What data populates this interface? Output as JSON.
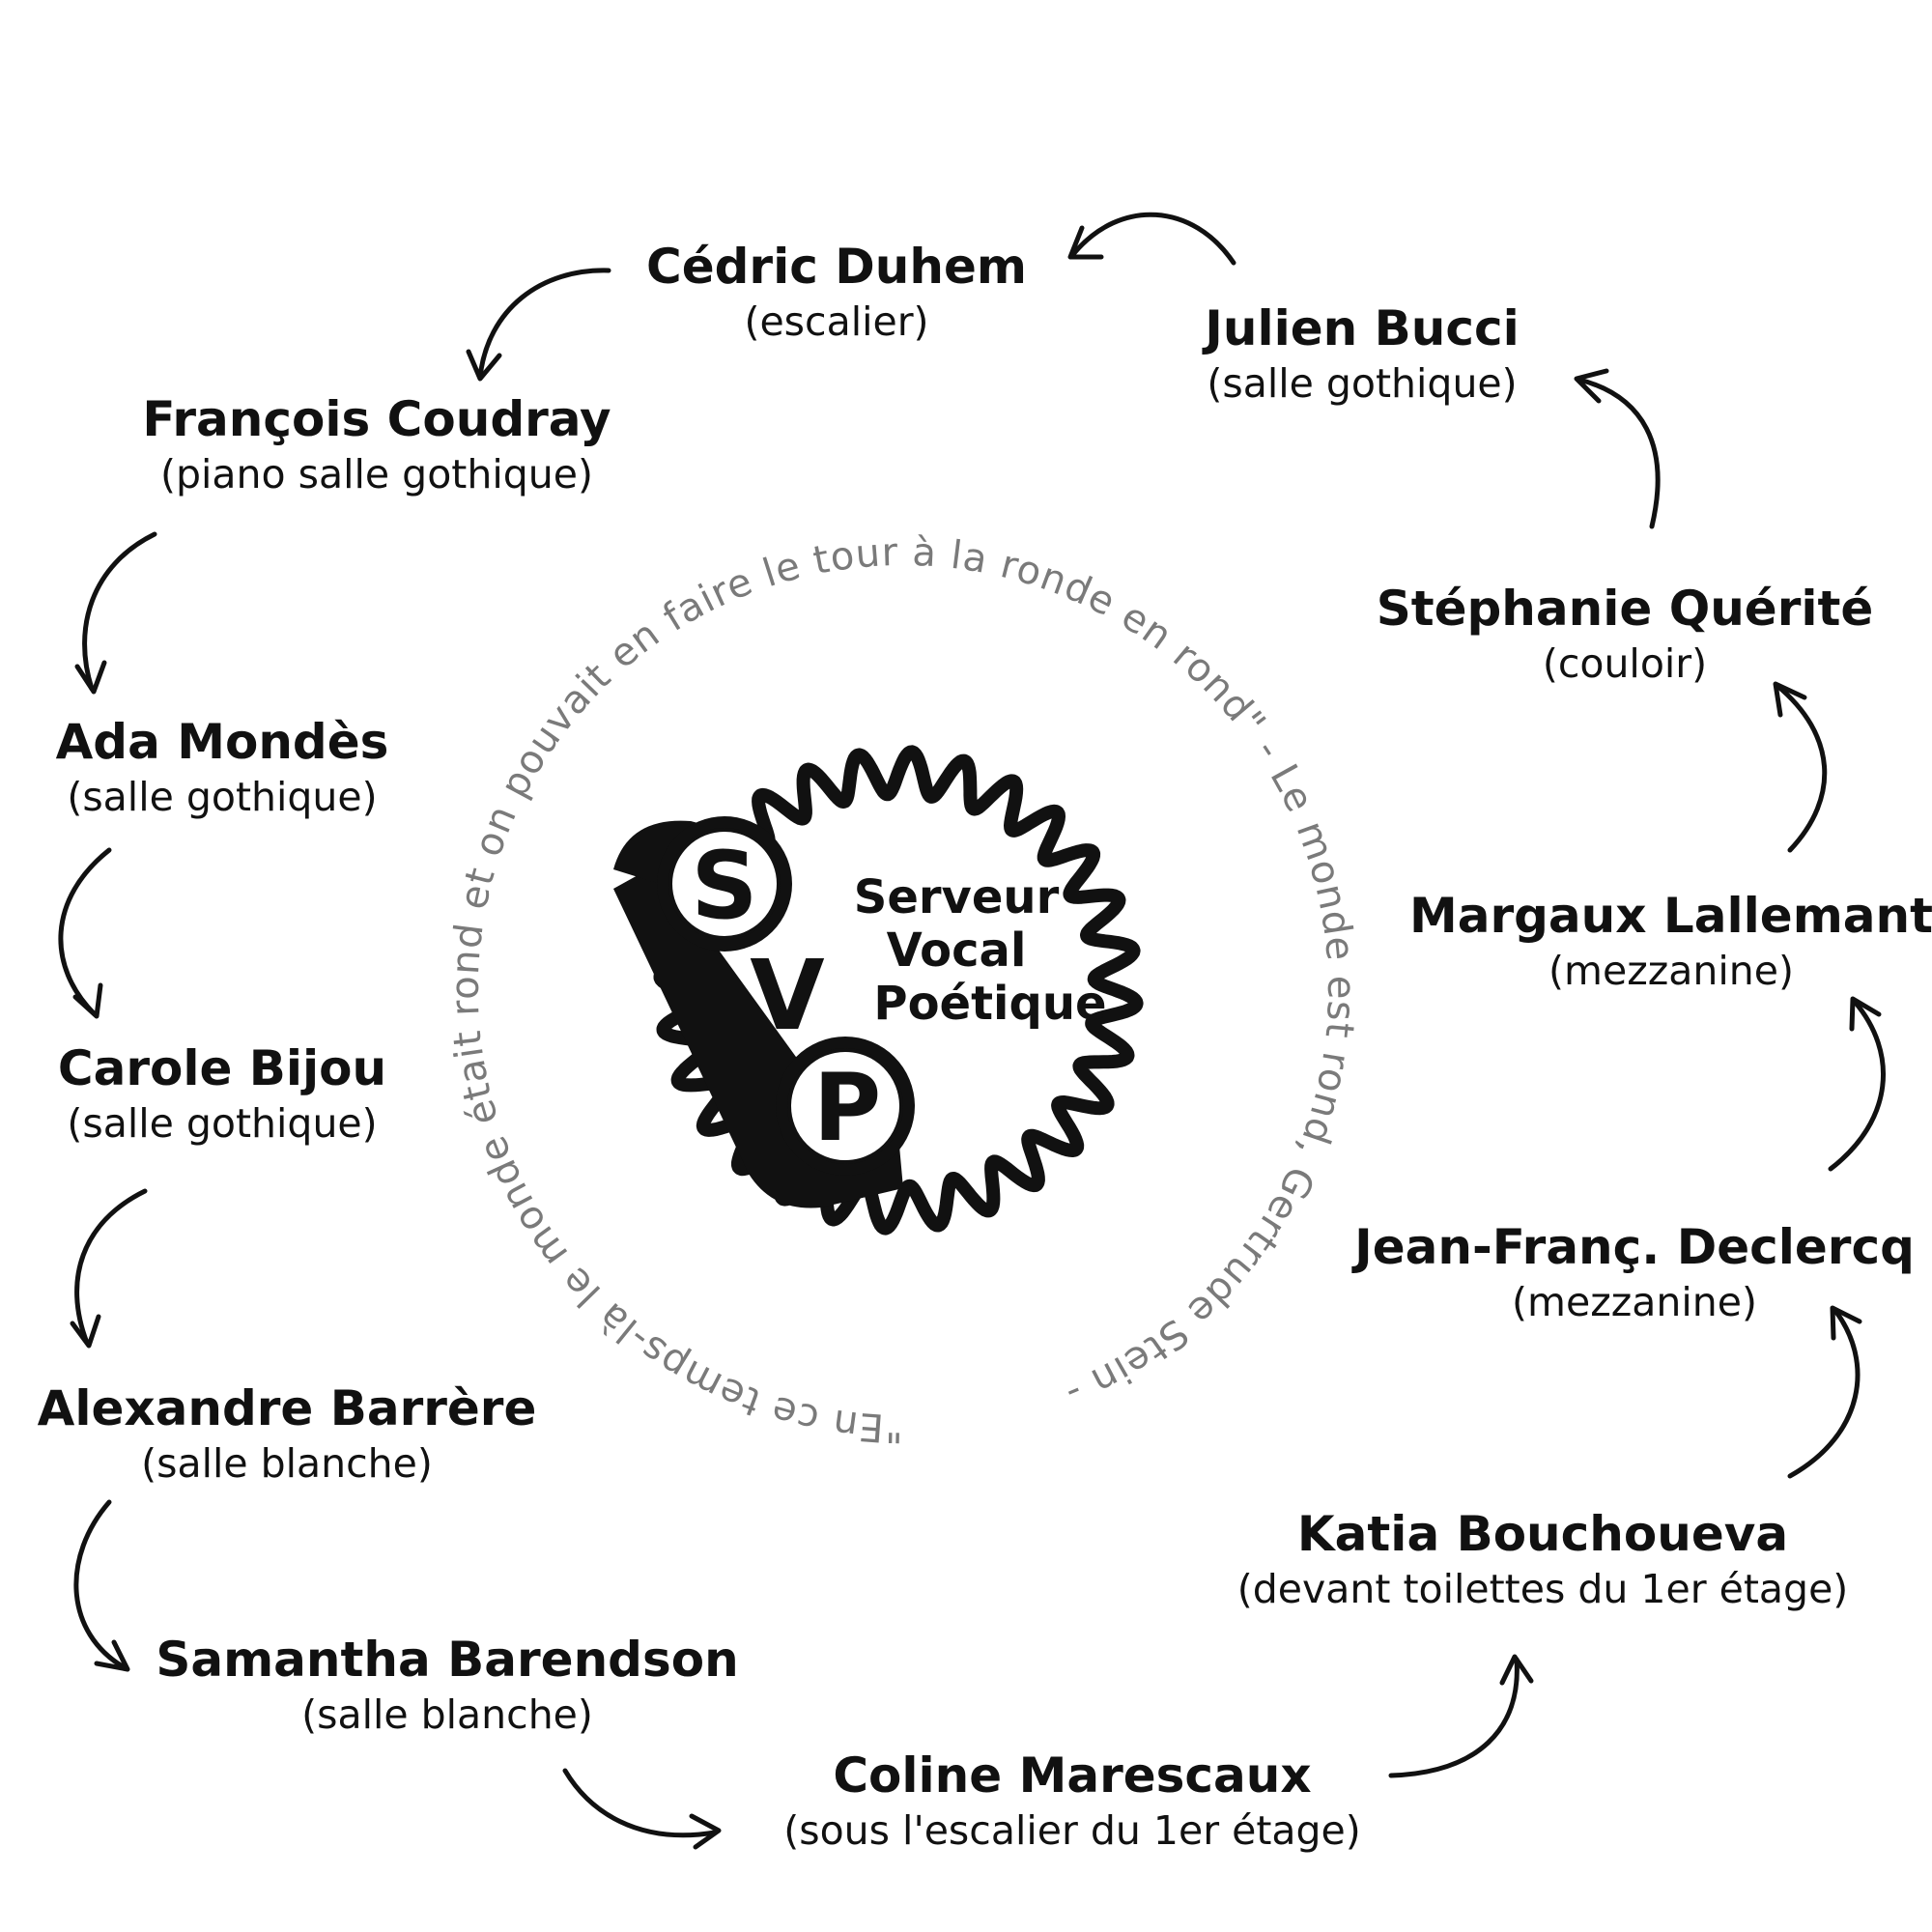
{
  "quote": "\"En ce temps-là le monde était rond et on pouvait en faire le tour à la ronde en rond\" - Le monde est rond, Gertrude Stein - ",
  "logo": {
    "letters": [
      "S",
      "V",
      "P"
    ],
    "lines": [
      "Serveur",
      "Vocal",
      "Poétique"
    ]
  },
  "nodes": [
    {
      "id": "cedric",
      "name": "Cédric Duhem",
      "place": "(escalier)"
    },
    {
      "id": "francois",
      "name": "François Coudray",
      "place": "(piano salle gothique)"
    },
    {
      "id": "ada",
      "name": "Ada Mondès",
      "place": "(salle gothique)"
    },
    {
      "id": "carole",
      "name": "Carole Bijou",
      "place": "(salle gothique)"
    },
    {
      "id": "alexandre",
      "name": "Alexandre Barrère",
      "place": "(salle blanche)"
    },
    {
      "id": "samantha",
      "name": "Samantha Barendson",
      "place": "(salle blanche)"
    },
    {
      "id": "coline",
      "name": "Coline Marescaux",
      "place": "(sous l'escalier du 1er étage)"
    },
    {
      "id": "katia",
      "name": "Katia Bouchoueva",
      "place": "(devant toilettes du 1er étage)"
    },
    {
      "id": "jeanfrancois",
      "name": "Jean-Franç. Declercq",
      "place": "(mezzanine)"
    },
    {
      "id": "margaux",
      "name": "Margaux Lallemant",
      "place": "(mezzanine)"
    },
    {
      "id": "stephanie",
      "name": "Stéphanie Quérité",
      "place": "(couloir)"
    },
    {
      "id": "julien",
      "name": "Julien Bucci",
      "place": "(salle gothique)"
    }
  ]
}
